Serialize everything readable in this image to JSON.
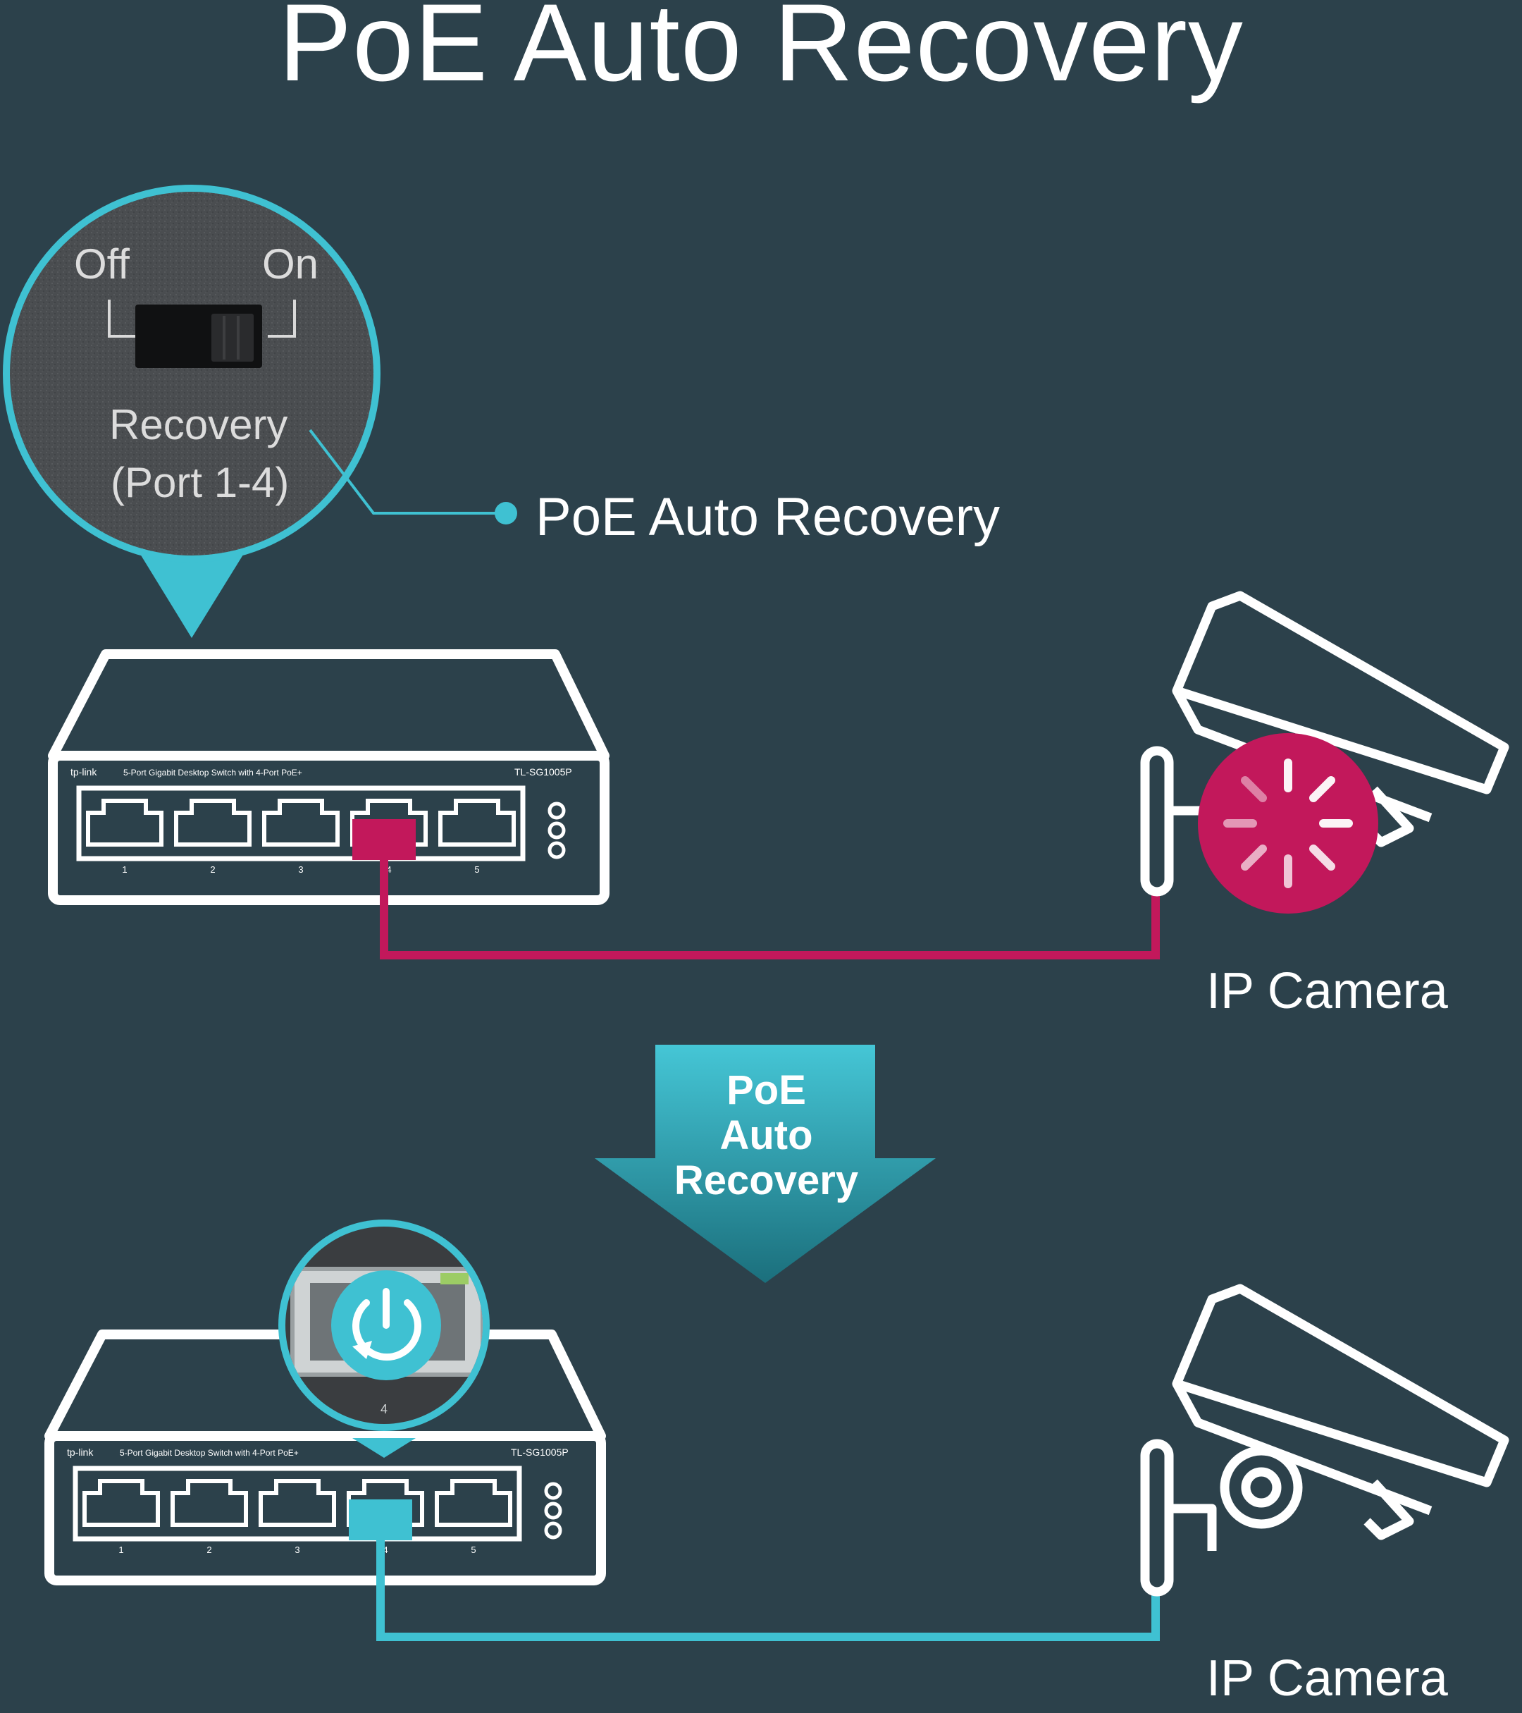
{
  "title": "PoE Auto Recovery",
  "switch_callout": {
    "off_label": "Off",
    "on_label": "On",
    "switch_name": "Recovery",
    "port_range": "(Port 1-4)",
    "pointer_label": "PoE Auto Recovery"
  },
  "device_top": {
    "brand": "tp-link",
    "description": "5-Port Gigabit Desktop Switch with 4-Port PoE+",
    "model": "TL-SG1005P",
    "port_numbers": [
      "1",
      "2",
      "3",
      "4",
      "5"
    ]
  },
  "device_bottom": {
    "brand": "tp-link",
    "description": "5-Port Gigabit Desktop Switch with 4-Port PoE+",
    "model": "TL-SG1005P",
    "port_numbers": [
      "1",
      "2",
      "3",
      "4",
      "5"
    ],
    "zoom_port_number": "4"
  },
  "camera_top": {
    "label": "IP Camera",
    "state": "restarting"
  },
  "camera_bottom": {
    "label": "IP Camera",
    "state": "working"
  },
  "arrow": {
    "line1": "PoE",
    "line2": "Auto",
    "line3": "Recovery"
  },
  "colors": {
    "background": "#2c414b",
    "accent_teal": "#3fc1d2",
    "fault_magenta": "#c2185b",
    "outline": "#ffffff"
  }
}
